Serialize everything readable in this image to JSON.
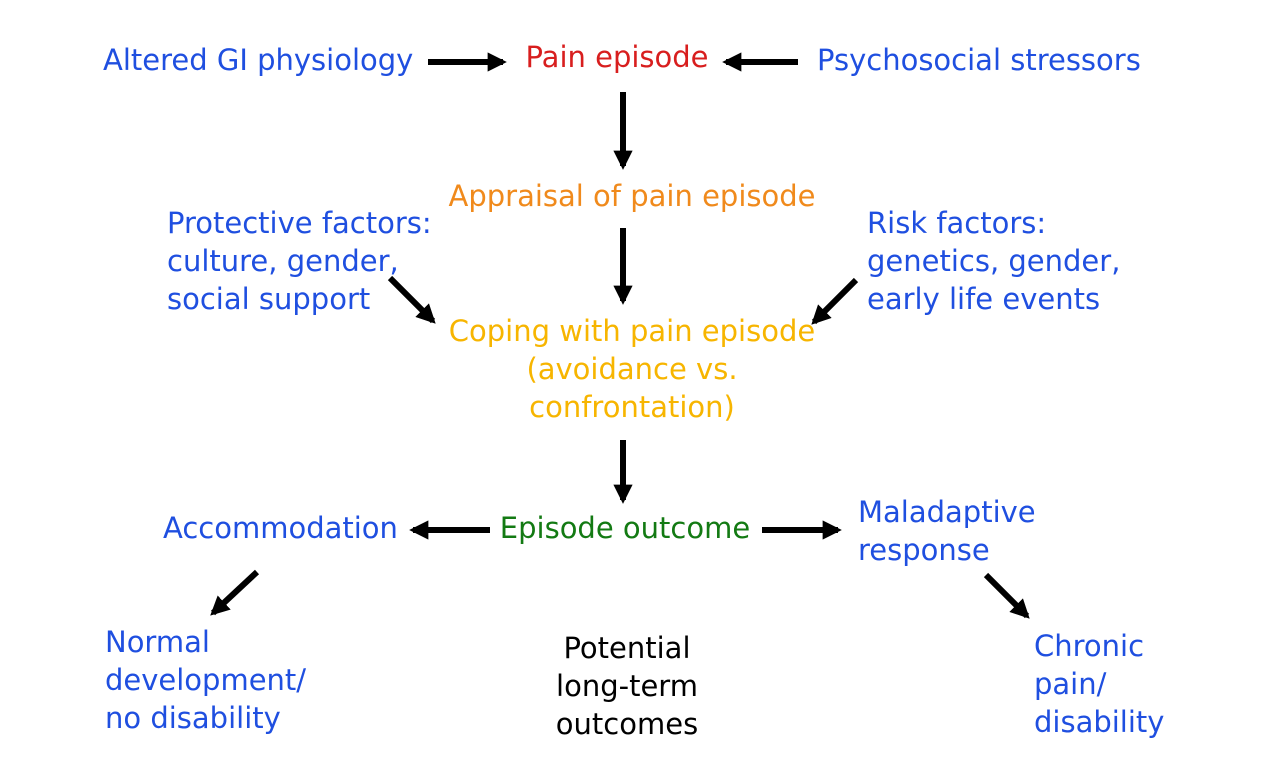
{
  "colors": {
    "blue": "#1f4fe0",
    "red": "#d81e1e",
    "orange": "#f08a1c",
    "yellow": "#f7b500",
    "green": "#137a13",
    "black": "#000000"
  },
  "nodes": {
    "altered_gi": {
      "lines": [
        "Altered GI physiology"
      ]
    },
    "pain_episode": {
      "lines": [
        "Pain episode"
      ]
    },
    "psychosocial": {
      "lines": [
        "Psychosocial stressors"
      ]
    },
    "appraisal": {
      "lines": [
        "Appraisal of pain episode"
      ]
    },
    "protective": {
      "lines": [
        "Protective factors:",
        "culture, gender,",
        "social support"
      ]
    },
    "risk": {
      "lines": [
        "Risk factors:",
        "genetics, gender,",
        "early life events"
      ]
    },
    "coping": {
      "lines": [
        "Coping with pain episode",
        "(avoidance vs.",
        "confrontation)"
      ]
    },
    "accommodation": {
      "lines": [
        "Accommodation"
      ]
    },
    "outcome": {
      "lines": [
        "Episode outcome"
      ]
    },
    "maladaptive": {
      "lines": [
        "Maladaptive",
        "response"
      ]
    },
    "normal": {
      "lines": [
        "Normal",
        "development/",
        "no disability"
      ]
    },
    "potential": {
      "lines": [
        "Potential",
        "long-term",
        "outcomes"
      ]
    },
    "chronic": {
      "lines": [
        "Chronic",
        "pain/",
        "disability"
      ]
    }
  }
}
